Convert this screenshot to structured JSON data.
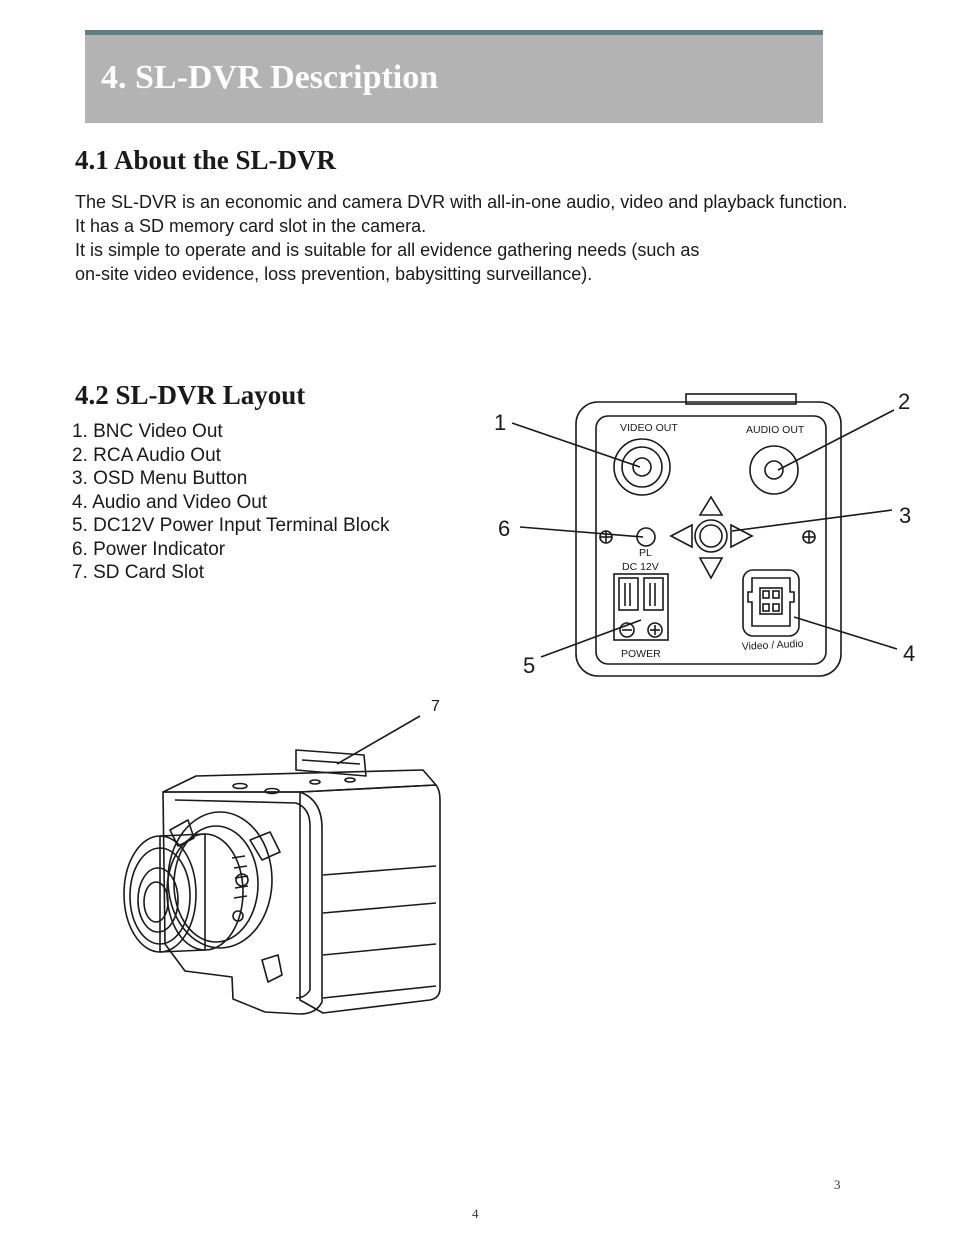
{
  "header": {
    "title": "4. SL-DVR Description"
  },
  "about": {
    "heading": "4.1 About the SL-DVR",
    "lines": [
      "The SL-DVR is an economic and camera DVR with all-in-one audio, video and playback function.",
      "It has a SD memory card slot in the camera.",
      "It is simple to operate and is suitable for all evidence gathering needs (such as",
      "on-site video evidence, loss prevention, babysitting surveillance)."
    ]
  },
  "layout": {
    "heading": "4.2 SL-DVR Layout",
    "items": [
      "1.  BNC Video Out",
      "2.  RCA Audio Out",
      "3.  OSD Menu Button",
      "4.  Audio and Video Out",
      "5.  DC12V Power Input Terminal Block",
      "6.  Power Indicator",
      "7.  SD Card Slot"
    ]
  },
  "rear_panel": {
    "video_out_label": "VIDEO OUT",
    "audio_out_label": "AUDIO OUT",
    "pl_label": "PL",
    "dc_label": "DC 12V",
    "power_label": "POWER",
    "video_audio_label": "Video / Audio",
    "callouts": [
      "1",
      "2",
      "3",
      "4",
      "5",
      "6"
    ]
  },
  "camera": {
    "callout": "7"
  },
  "page_numbers": {
    "inner": "3",
    "outer": "4"
  }
}
